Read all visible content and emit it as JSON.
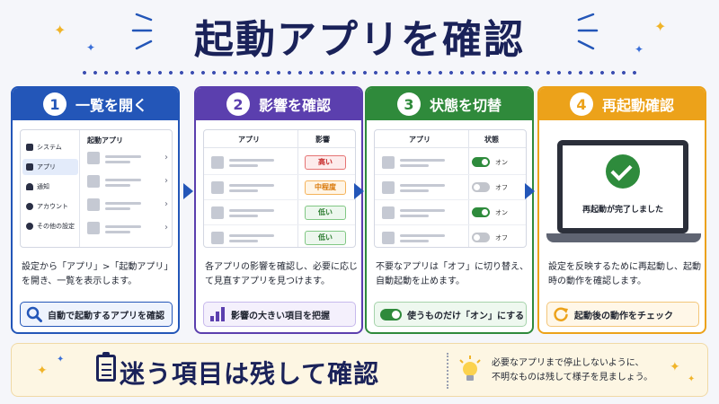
{
  "page": {
    "title": "起動アプリを確認"
  },
  "colors": {
    "step1": "#2356b8",
    "step2": "#5b3fae",
    "step3": "#2f8a3b",
    "step4": "#eca21a"
  },
  "steps": [
    {
      "number": "1",
      "label": "一覧を開く",
      "sidebar": [
        "システム",
        "アプリ",
        "通知",
        "アカウント",
        "その他の設定"
      ],
      "list_header": "起動アプリ",
      "description": "設定から「アプリ」>「起動アプリ」を開き、一覧を表示します。",
      "footer": "自動で起動するアプリを確認"
    },
    {
      "number": "2",
      "label": "影響を確認",
      "table_headers": [
        "アプリ",
        "影響"
      ],
      "impacts": [
        "高い",
        "中程度",
        "低い",
        "低い"
      ],
      "description": "各アプリの影響を確認し、必要に応じて見直すアプリを見つけます。",
      "footer": "影響の大きい項目を把握"
    },
    {
      "number": "3",
      "label": "状態を切替",
      "table_headers": [
        "アプリ",
        "状態"
      ],
      "toggles": [
        "オン",
        "オフ",
        "オン",
        "オフ"
      ],
      "description": "不要なアプリは「オフ」に切り替え、自動起動を止めます。",
      "footer": "使うものだけ「オン」にする"
    },
    {
      "number": "4",
      "label": "再起動確認",
      "screen_message": "再起動が完了しました",
      "description": "設定を反映するために再起動し、起動時の動作を確認します。",
      "footer": "起動後の動作をチェック"
    }
  ],
  "bottom": {
    "title": "迷う項目は残して確認",
    "note_line1": "必要なアプリまで停止しないように、",
    "note_line2": "不明なものは残して様子を見ましょう。"
  }
}
